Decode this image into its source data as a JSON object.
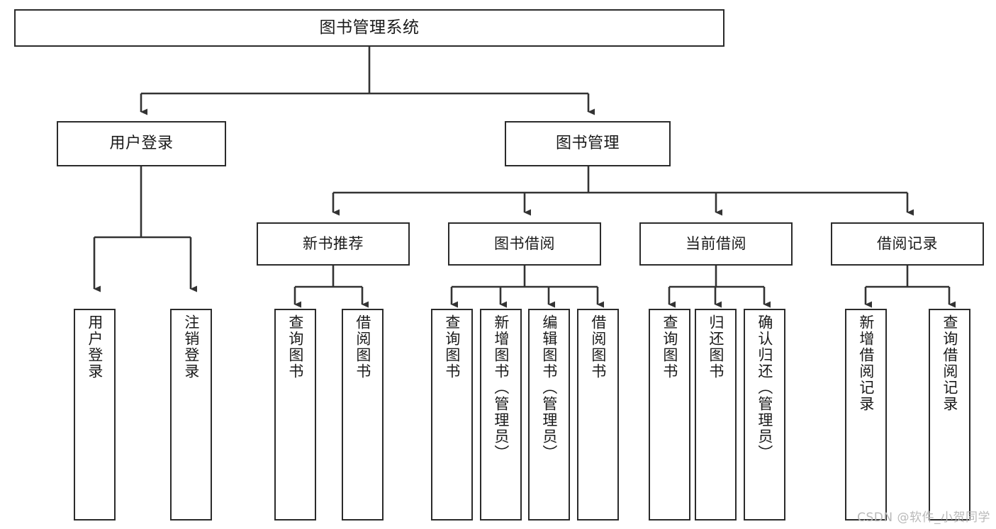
{
  "diagram": {
    "type": "tree-hierarchy",
    "title": "图书管理系统",
    "watermark": "CSDN @软件_小贺同学",
    "colors": {
      "border": "#2b2b2b",
      "background": "#ffffff",
      "text": "#1a1a1a",
      "connector": "#333333",
      "watermark": "#b9b9b9"
    },
    "nodes": {
      "root": {
        "label": "图书管理系统",
        "level": 0
      },
      "level1": [
        {
          "id": "user-login",
          "label": "用户登录"
        },
        {
          "id": "book-manage",
          "label": "图书管理"
        }
      ],
      "level2": [
        {
          "id": "new-book-recommend",
          "label": "新书推荐",
          "parent": "book-manage"
        },
        {
          "id": "book-borrow",
          "label": "图书借阅",
          "parent": "book-manage"
        },
        {
          "id": "current-borrow",
          "label": "当前借阅",
          "parent": "book-manage"
        },
        {
          "id": "borrow-record",
          "label": "借阅记录",
          "parent": "book-manage"
        }
      ],
      "leaves": [
        {
          "id": "leaf-user-login",
          "label": "用户登录",
          "parent": "user-login"
        },
        {
          "id": "leaf-logout",
          "label": "注销登录",
          "parent": "user-login"
        },
        {
          "id": "leaf-query-book-1",
          "label": "查询图书",
          "parent": "new-book-recommend"
        },
        {
          "id": "leaf-borrow-book-1",
          "label": "借阅图书",
          "parent": "new-book-recommend"
        },
        {
          "id": "leaf-query-book-2",
          "label": "查询图书",
          "parent": "book-borrow"
        },
        {
          "id": "leaf-add-book",
          "label": "新增图书（管理员）",
          "parent": "book-borrow"
        },
        {
          "id": "leaf-edit-book",
          "label": "编辑图书（管理员）",
          "parent": "book-borrow"
        },
        {
          "id": "leaf-borrow-book-2",
          "label": "借阅图书",
          "parent": "book-borrow"
        },
        {
          "id": "leaf-query-book-3",
          "label": "查询图书",
          "parent": "current-borrow"
        },
        {
          "id": "leaf-return-book",
          "label": "归还图书",
          "parent": "current-borrow"
        },
        {
          "id": "leaf-confirm-return",
          "label": "确认归还（管理员）",
          "parent": "current-borrow"
        },
        {
          "id": "leaf-add-record",
          "label": "新增借阅记录",
          "parent": "borrow-record"
        },
        {
          "id": "leaf-query-record",
          "label": "查询借阅记录",
          "parent": "borrow-record"
        }
      ]
    }
  }
}
